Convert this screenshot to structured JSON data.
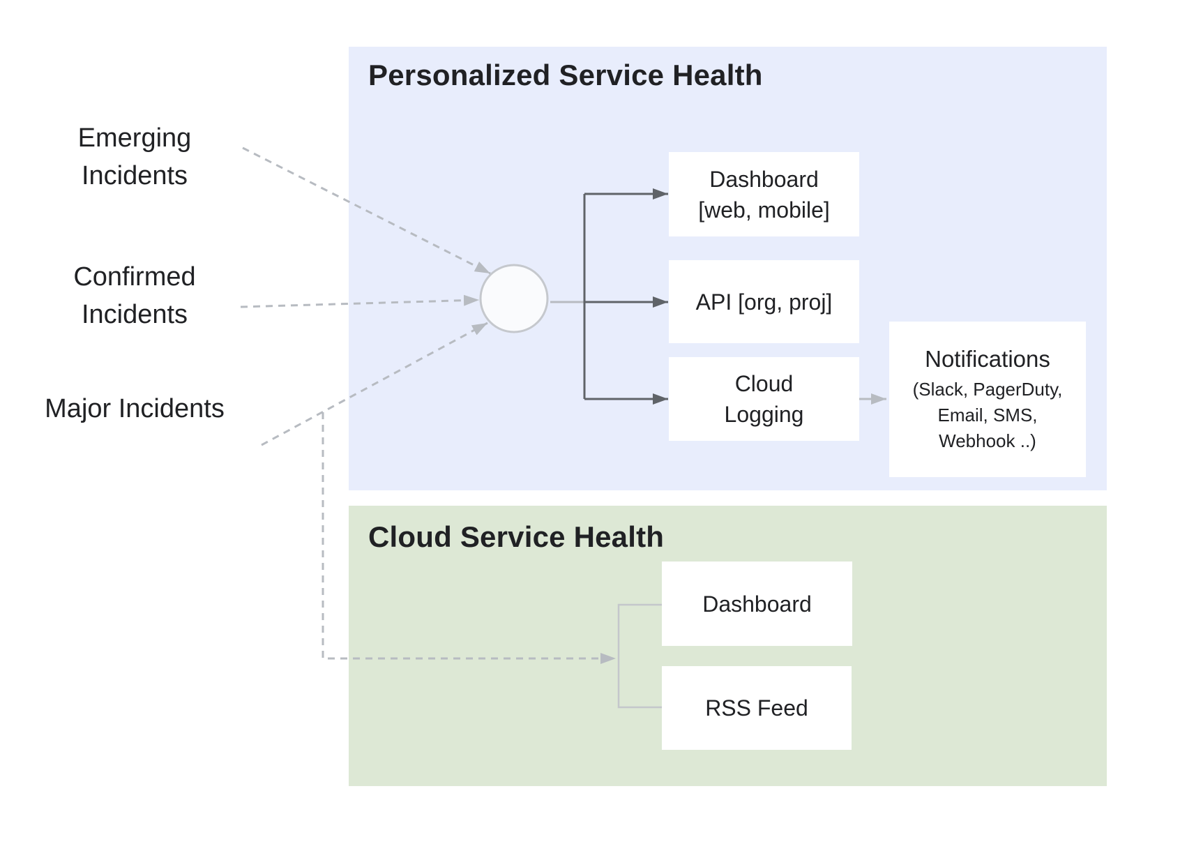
{
  "colors": {
    "page_bg": "#ffffff",
    "personalized_bg": "#e8edfc",
    "cloud_bg": "#dde8d5",
    "box_bg": "#ffffff",
    "text": "#202124",
    "dark_arrow": "#5f6368",
    "light_arrow": "#b7bbc1",
    "bracket": "#c4c7cb",
    "circle_fill": "#fafbfd",
    "circle_border": "#c5c8cd"
  },
  "sources": [
    {
      "label": "Emerging Incidents"
    },
    {
      "label": "Confirmed Incidents"
    },
    {
      "label": "Major Incidents"
    }
  ],
  "personalized": {
    "title": "Personalized Service Health",
    "boxes": {
      "dashboard": {
        "label": "Dashboard [web, mobile]"
      },
      "api": {
        "label": "API [org, proj]"
      },
      "cloud_logging": {
        "label": "Cloud Logging"
      },
      "notifications": {
        "title": "Notifications",
        "subtitle": "(Slack, PagerDuty, Email, SMS, Webhook ..)"
      }
    }
  },
  "cloud": {
    "title": "Cloud Service Health",
    "boxes": {
      "dashboard": {
        "label": "Dashboard"
      },
      "rss": {
        "label": "RSS Feed"
      }
    }
  }
}
